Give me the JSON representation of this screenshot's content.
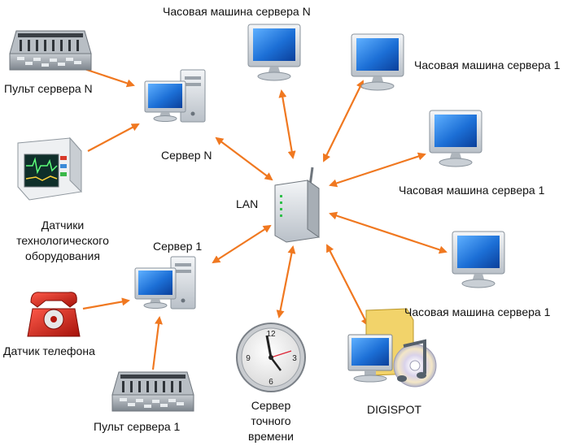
{
  "colors": {
    "arrow": "#f07820",
    "monitor_blue": "#1c6fd6",
    "case": "#dfe3e8",
    "phone": "#d8261c"
  },
  "labels": {
    "clock_n": "Часовая машина  сервера N",
    "clock_1a": "Часовая машина  сервера 1",
    "clock_1b": "Часовая машина  сервера 1",
    "clock_1c": "Часовая машина  сервера 1",
    "console_n": "Пульт сервера N",
    "server_n": "Сервер N",
    "lan": "LAN",
    "sensors": [
      "Датчики",
      "технологического",
      "оборудования"
    ],
    "server_1": "Сервер 1",
    "phone_sensor": "Датчик телефона",
    "console_1": "Пульт сервера 1",
    "time_server": [
      "Сервер",
      "точного",
      "времени"
    ],
    "digispot": "DIGISPOT"
  },
  "icons": [
    "mixing-console-icon",
    "server-computer-icon",
    "monitor-icon",
    "patient-monitor-icon",
    "telephone-icon",
    "router-icon",
    "wall-clock-icon",
    "media-player-icon"
  ],
  "clock_face": [
    "12",
    "3",
    "6",
    "9"
  ]
}
